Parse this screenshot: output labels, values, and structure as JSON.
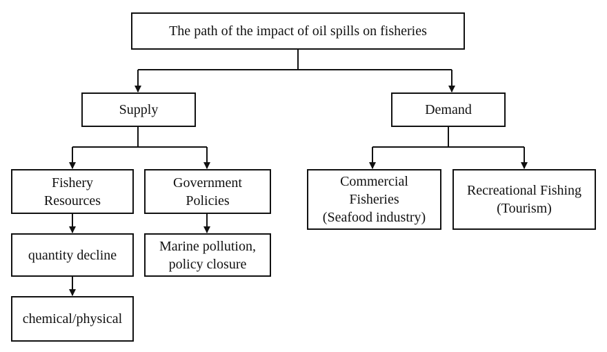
{
  "diagram": {
    "root": {
      "label": "The path of the impact of oil spills on fisheries"
    },
    "supply": {
      "label": "Supply",
      "fishery_resources": {
        "lines": [
          "Fishery",
          "Resources"
        ]
      },
      "quantity_decline": {
        "label": "quantity decline"
      },
      "chemical_physical": {
        "label": "chemical/physical"
      },
      "government_policies": {
        "lines": [
          "Government",
          "Policies"
        ]
      },
      "marine_pollution": {
        "lines": [
          "Marine pollution,",
          "policy closure"
        ]
      }
    },
    "demand": {
      "label": "Demand",
      "commercial_fisheries": {
        "lines": [
          "Commercial",
          "Fisheries",
          "(Seafood industry)"
        ]
      },
      "recreational_fishing": {
        "lines": [
          "Recreational Fishing",
          "(Tourism)"
        ]
      }
    }
  }
}
